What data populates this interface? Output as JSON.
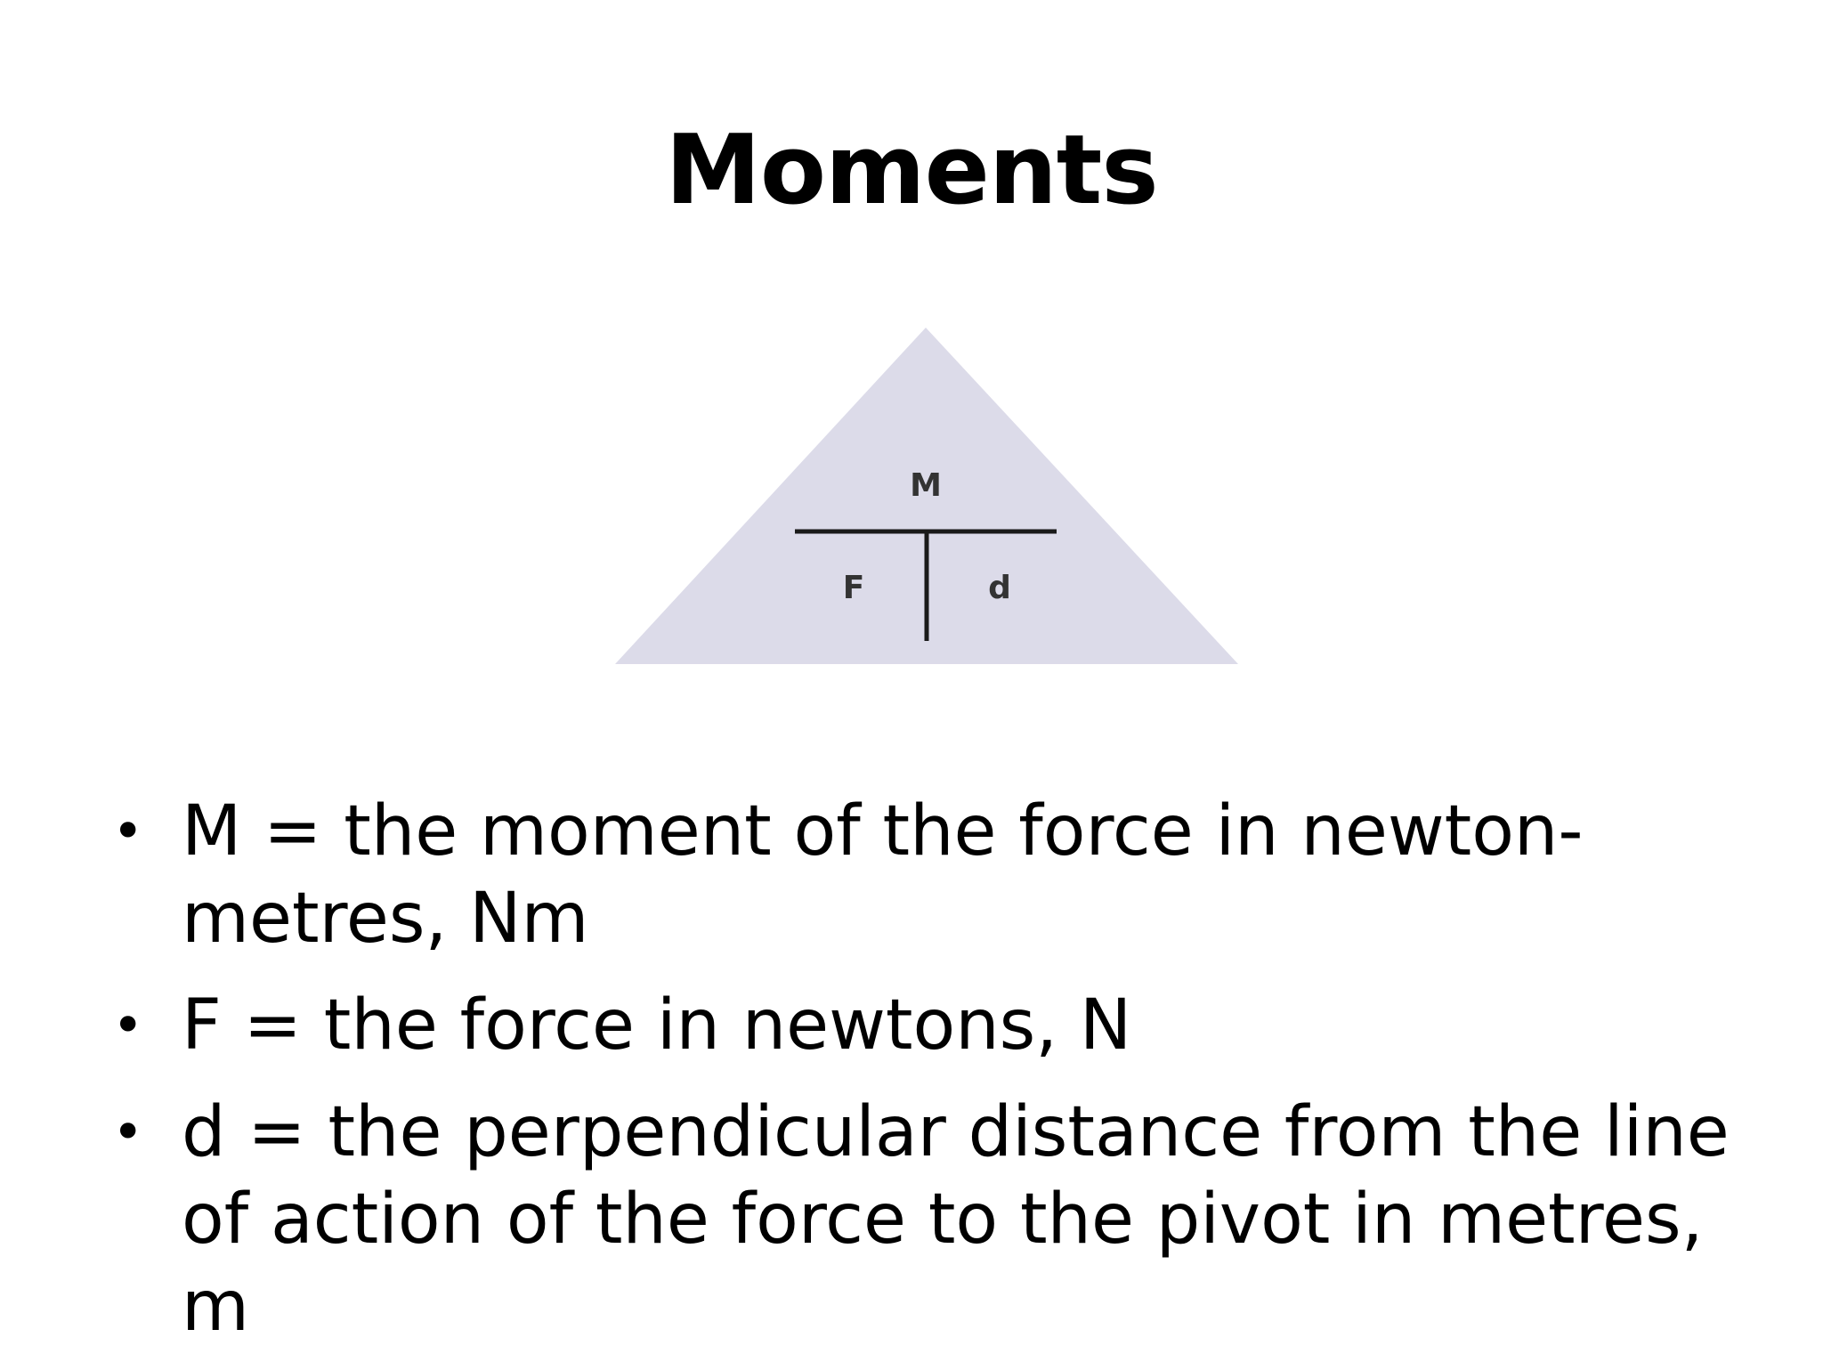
{
  "slide": {
    "title": "Moments"
  },
  "triangle": {
    "fill_color": "#dcdbe9",
    "line_color": "#1a1a1a",
    "top_label": "M",
    "bottom_left_label": "F",
    "bottom_right_label": "d"
  },
  "bullets": [
    {
      "marker": "•",
      "text": "M = the moment of the force in newton-metres, Nm"
    },
    {
      "marker": "•",
      "text": "F = the force in newtons, N"
    },
    {
      "marker": "•",
      "text": "d = the perpendicular distance from the line of action of the force to the pivot in metres, m"
    }
  ]
}
